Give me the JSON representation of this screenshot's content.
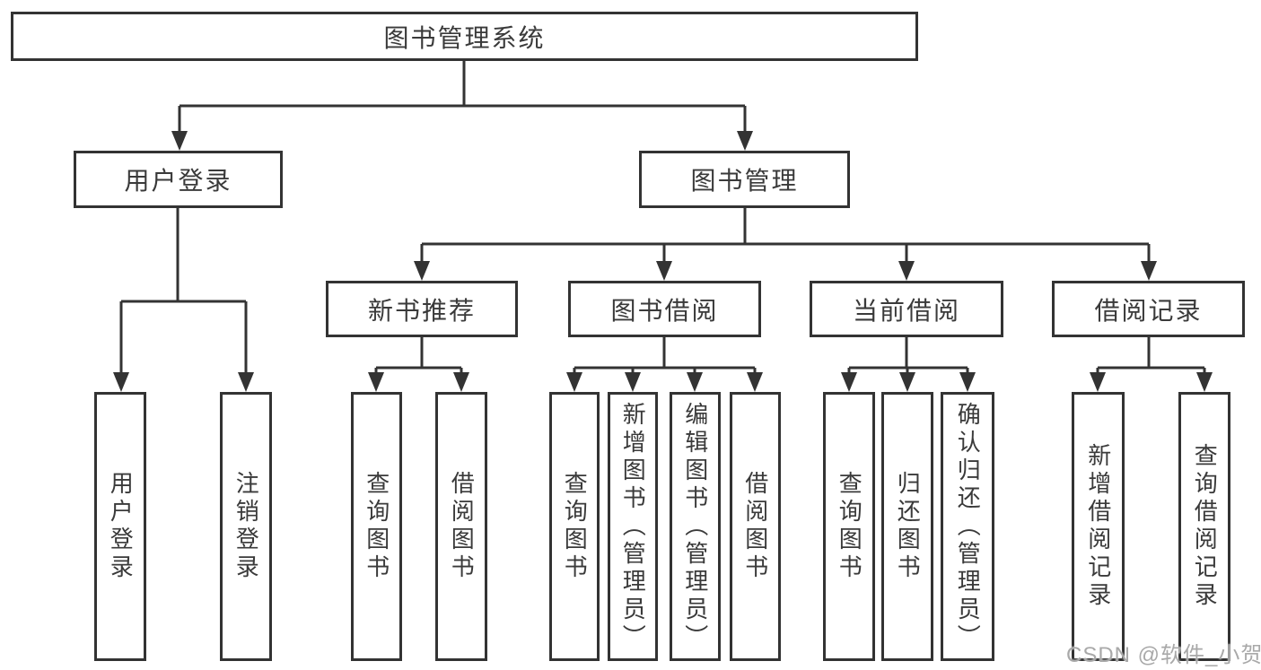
{
  "diagram": {
    "title": "图书管理系统",
    "branches": [
      {
        "label": "用户登录",
        "leaves": [
          "用户登录",
          "注销登录"
        ]
      },
      {
        "label": "图书管理",
        "groups": [
          {
            "label": "新书推荐",
            "leaves": [
              "查询图书",
              "借阅图书"
            ]
          },
          {
            "label": "图书借阅",
            "leaves": [
              "查询图书",
              "新增图书（管理员）",
              "编辑图书（管理员）",
              "借阅图书"
            ]
          },
          {
            "label": "当前借阅",
            "leaves": [
              "查询图书",
              "归还图书",
              "确认归还（管理员）"
            ]
          },
          {
            "label": "借阅记录",
            "leaves": [
              "新增借阅记录",
              "查询借阅记录"
            ]
          }
        ]
      }
    ]
  },
  "watermark": "CSDN @软件_小贺同学",
  "colors": {
    "line": "#333333",
    "text": "#3a3a3a",
    "watermark": "#a9a9a9",
    "background": "#ffffff"
  }
}
